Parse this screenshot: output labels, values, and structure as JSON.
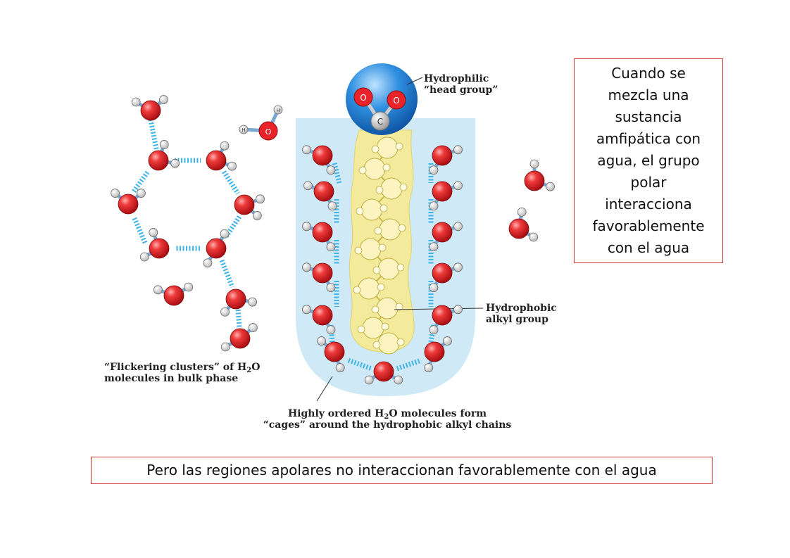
{
  "labels": {
    "head": [
      "Hydrophilic",
      "“head group”"
    ],
    "alkyl": [
      "Hydrophobic",
      "alkyl group"
    ],
    "flicker": {
      "line1_prefix": "“Flickering clusters” of H",
      "line1_sub": "2",
      "line1_suffix": "O",
      "line2": "molecules in bulk phase"
    },
    "cages": {
      "line1_prefix": "Highly ordered H",
      "line1_sub": "2",
      "line1_suffix": "O molecules form",
      "line2": "“cages” around the hydrophobic alkyl chains"
    }
  },
  "atoms": {
    "oxygen": "O",
    "carbon": "C",
    "hydrogen": "H"
  },
  "callouts": {
    "right": [
      "Cuando se",
      "mezcla una",
      "sustancia",
      "amfipática con",
      "agua, el grupo",
      "polar",
      "interacciona",
      "favorablemente",
      "con el agua"
    ],
    "bottom": "Pero las regiones apolares no interaccionan favorablemente con el agua"
  },
  "colors": {
    "oxygen": "#e8232a",
    "hydrogen": "#f4f4f4",
    "bond": "#7aa9d6",
    "hbond": "#3fb4e6",
    "cage": "#cfe9f7",
    "chain": "#f3ea9c",
    "head": "#2f8fe0",
    "callout_border": "#d23a3a"
  }
}
